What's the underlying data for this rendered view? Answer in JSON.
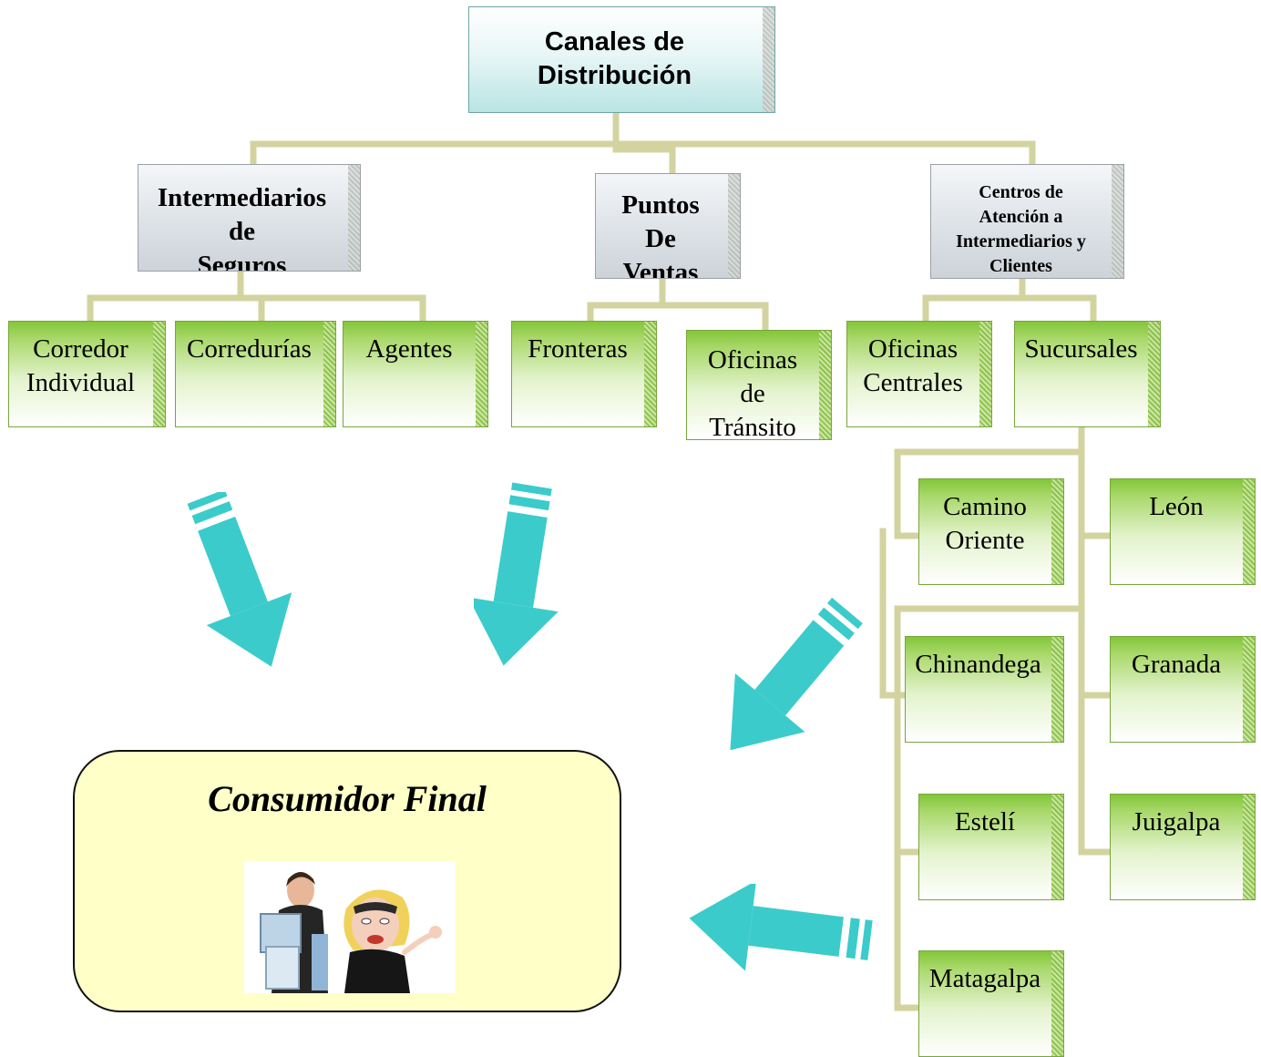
{
  "diagram": {
    "root": "Canales de\nDistribución",
    "categories": [
      {
        "label": "Intermediarios\nde\nSeguros",
        "children": [
          "Corredor\nIndividual",
          "Corredurías",
          "Agentes"
        ]
      },
      {
        "label": "Puntos\nDe\nVentas",
        "children": [
          "Fronteras",
          "Oficinas\nde\nTránsito"
        ]
      },
      {
        "label": "Centros de\nAtención a\nIntermediarios y\nClientes",
        "children": [
          "Oficinas\nCentrales",
          "Sucursales"
        ]
      }
    ],
    "sucursales": [
      "Camino\nOriente",
      "León",
      "Chinandega",
      "Granada",
      "Estelí",
      "Juigalpa",
      "Matagalpa"
    ],
    "consumer": {
      "title": "Consumidor Final"
    },
    "colors": {
      "connector": "#d3d3a0",
      "arrow": "#3ccbcb",
      "green_box_top": "#83c63a",
      "root_box_bottom": "#b9e4e4",
      "category_box": "#dde2e7",
      "consumer_panel": "#ffffc8"
    }
  }
}
